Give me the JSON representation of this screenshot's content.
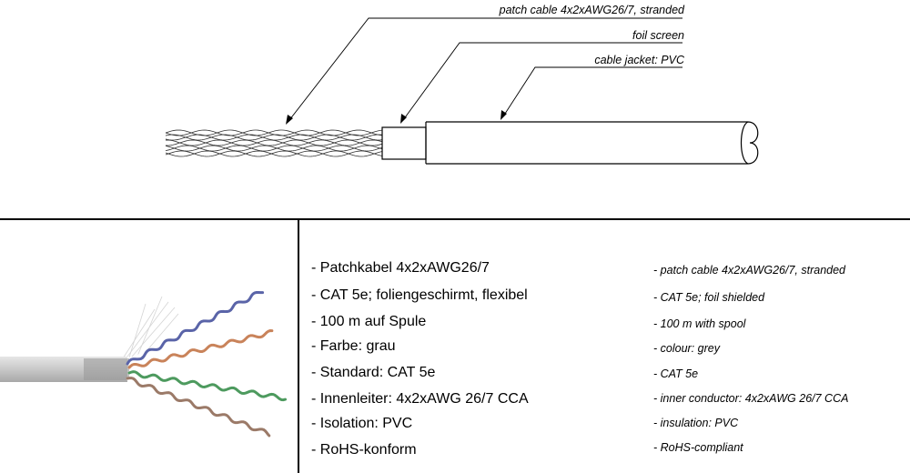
{
  "diagram": {
    "callouts": [
      {
        "id": "patch-cable",
        "label": "patch cable 4x2xAWG26/7, stranded"
      },
      {
        "id": "foil-screen",
        "label": "foil screen"
      },
      {
        "id": "cable-jacket",
        "label": "cable jacket: PVC"
      }
    ]
  },
  "photo": {
    "pair_colors": [
      "#5a64a8",
      "#c9835a",
      "#4d9a5e",
      "#9b7a68"
    ],
    "jacket_color": "#c8c8c8"
  },
  "specs": [
    {
      "de": "- Patchkabel 4x2xAWG26/7",
      "en": "- patch cable 4x2xAWG26/7, stranded"
    },
    {
      "de": "- CAT 5e; foliengeschirmt, flexibel",
      "en": "- CAT 5e; foil shielded"
    },
    {
      "de": "- 100 m auf Spule",
      "en": "- 100 m with spool"
    },
    {
      "de": "- Farbe: grau",
      "en": "- colour: grey"
    },
    {
      "de": "- Standard: CAT 5e",
      "en": "- CAT 5e"
    },
    {
      "de": "- Innenleiter: 4x2xAWG 26/7 CCA",
      "en": "- inner conductor: 4x2xAWG 26/7 CCA"
    },
    {
      "de": "- Isolation: PVC",
      "en": "- insulation: PVC"
    },
    {
      "de": "- RoHS-konform",
      "en": "- RoHS-compliant"
    }
  ]
}
